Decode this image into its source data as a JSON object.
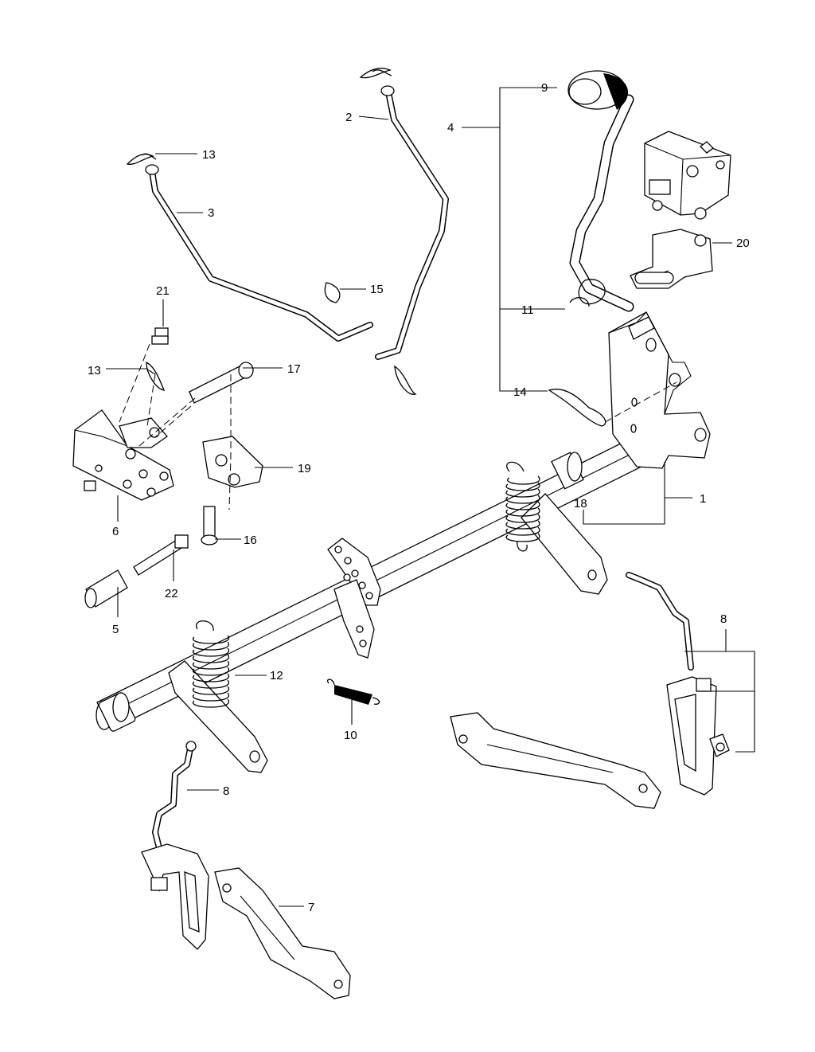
{
  "callouts": {
    "c1": "1",
    "c2": "2",
    "c3": "3",
    "c4": "4",
    "c5": "5",
    "c6": "6",
    "c7": "7",
    "c8a": "8",
    "c8b": "8",
    "c9": "9",
    "c10": "10",
    "c11": "11",
    "c12": "12",
    "c13a": "13",
    "c13b": "13",
    "c14": "14",
    "c15": "15",
    "c16": "16",
    "c17": "17",
    "c18": "18",
    "c19": "19",
    "c20": "20",
    "c21": "21",
    "c22": "22"
  }
}
